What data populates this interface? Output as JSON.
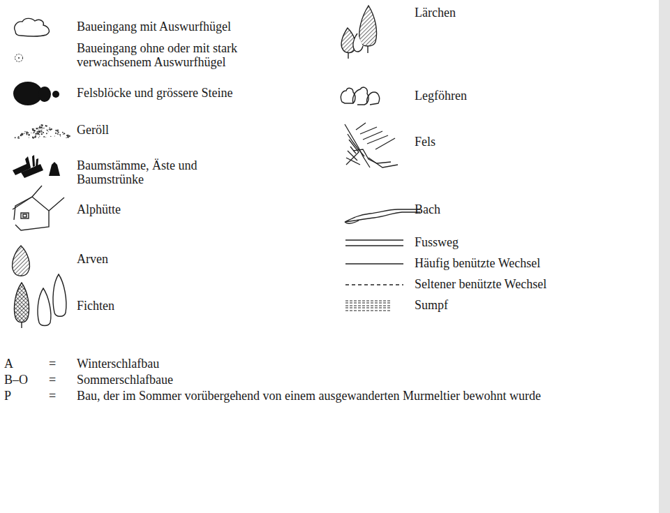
{
  "diagram": {
    "labels": [
      "A",
      "=",
      "Winterschlafbau",
      "B–O",
      "=",
      "Sommerschlafbaue",
      "P",
      "=",
      "Bau, der im Sommer vorübergehend von einem ausgewanderten Murmeltier bewohnt wurde"
    ],
    "legend": [
      {
        "text": "Baueingang mit Auswurfhügel"
      },
      {
        "text": "Baueingang ohne oder mit stark verwachsenem Auswurfhügel"
      },
      {
        "text": "Felsblöcke und grössere Steine"
      },
      {
        "text": "Geröll"
      },
      {
        "text": "Baumstämme, Äste und Baumstrünke"
      },
      {
        "text": "Alphütte"
      },
      {
        "text": "Arven"
      },
      {
        "text": "Fichten"
      },
      {
        "text": "Lärchen"
      },
      {
        "text": "Legföhren"
      },
      {
        "text": "Fels"
      },
      {
        "text": "Bach"
      },
      {
        "text": "Fussweg"
      },
      {
        "text": "Häufig benützte Wechsel"
      },
      {
        "text": "Seltener benützte Wechsel"
      },
      {
        "text": "Sumpf"
      }
    ]
  }
}
